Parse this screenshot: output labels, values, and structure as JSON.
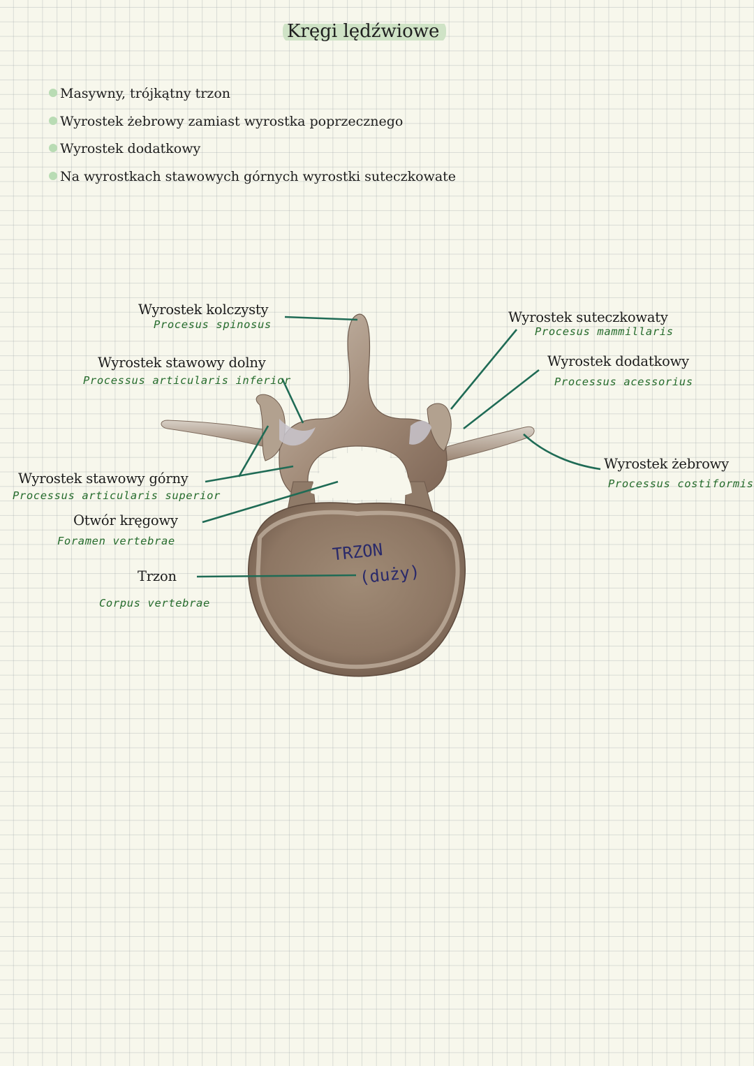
{
  "title": "Kręgi lędźwiowe",
  "features": [
    "Masywny, trójkątny trzon",
    "Wyrostek żebrowy zamiast wyrostka poprzecznego",
    "Wyrostek dodatkowy",
    "Na wyrostkach stawowych górnych wyrostki suteczkowate"
  ],
  "labels": {
    "spinous": {
      "pl": "Wyrostek kolczysty",
      "la": "Procesus spinosus"
    },
    "inferior_articular": {
      "pl": "Wyrostek stawowy dolny",
      "la": "Processus articularis inferior"
    },
    "superior_articular": {
      "pl": "Wyrostek stawowy górny",
      "la": "Processus articularis superior"
    },
    "foramen": {
      "pl": "Otwór kręgowy",
      "la": "Foramen vertebrae"
    },
    "body": {
      "pl": "Trzon",
      "la": "Corpus vertebrae"
    },
    "mammillary": {
      "pl": "Wyrostek suteczkowaty",
      "la": "Procesus mammillaris"
    },
    "accessory": {
      "pl": "Wyrostek dodatkowy",
      "la": "Processus acessorius"
    },
    "costal": {
      "pl": "Wyrostek żebrowy",
      "la": "Processus costiformis"
    }
  },
  "annotation": {
    "line1": "TRZON",
    "line2": "(duży)"
  },
  "colors": {
    "background": "#f7f7ec",
    "title_highlight": "#cfe3c6",
    "bullet": "#b9dcb4",
    "leader_line": "#1f6b55",
    "latin_text": "#256b2c",
    "bone": "#9c8573",
    "annotation_ink": "#2a2a6a"
  }
}
